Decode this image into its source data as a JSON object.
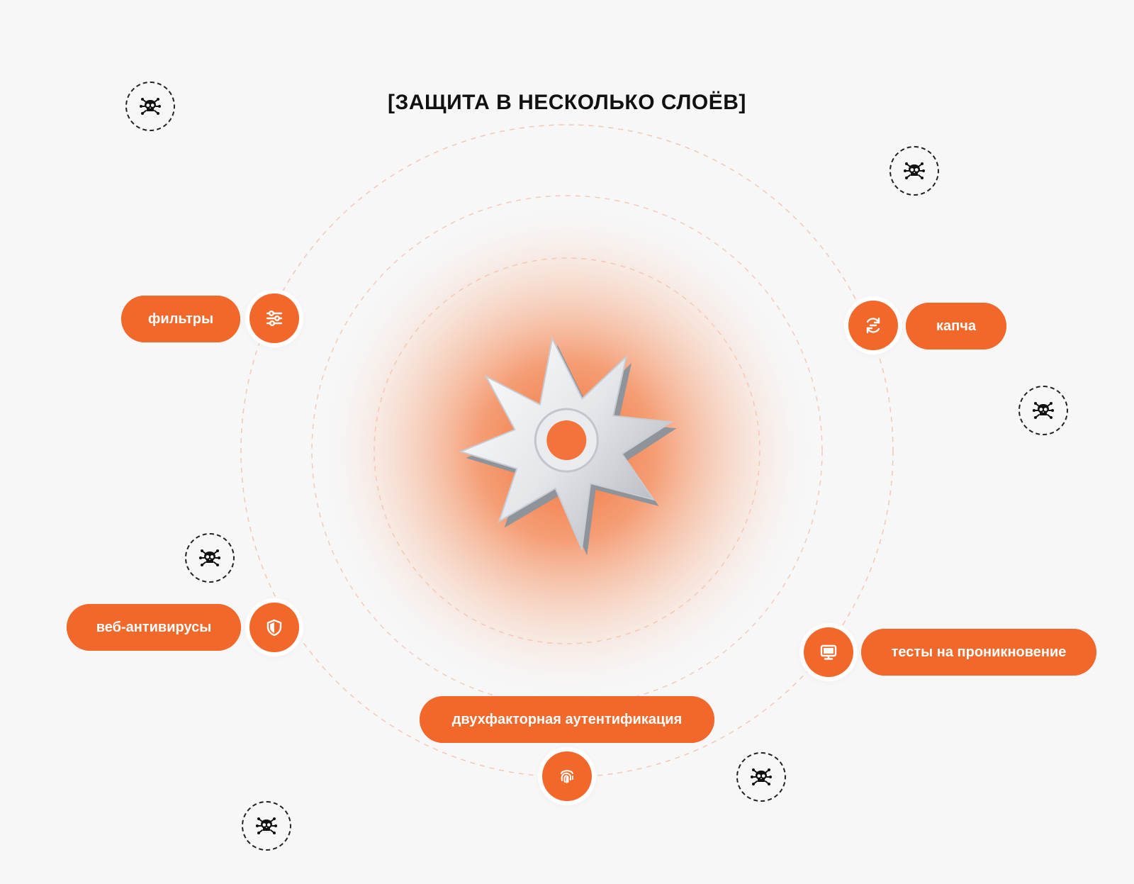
{
  "title": "[ЗАЩИТА В НЕСКОЛЬКО СЛОЁВ]",
  "colors": {
    "accent": "#f2682a",
    "background": "#f7f7f8",
    "text": "#111111"
  },
  "layers": [
    {
      "label": "фильтры",
      "icon": "sliders-icon"
    },
    {
      "label": "капча",
      "icon": "refresh-captcha-icon"
    },
    {
      "label": "веб-антивирусы",
      "icon": "shield-icon"
    },
    {
      "label": "тесты на проникновение",
      "icon": "monitor-icon"
    },
    {
      "label": "двухфакторная аутентификация",
      "icon": "fingerprint-icon"
    }
  ],
  "threats_icon": "virus-skull-icon",
  "center_icon": "gear-star-icon"
}
